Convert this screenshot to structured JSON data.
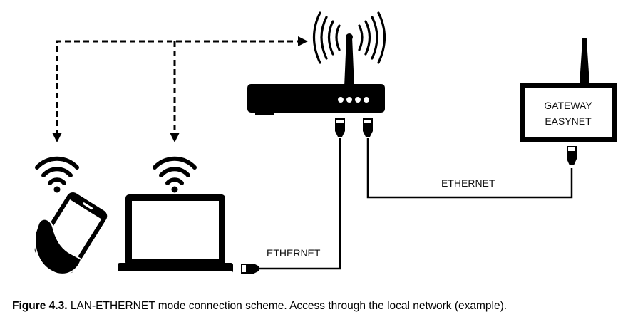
{
  "labels": {
    "ethernet_left": "ETHERNET",
    "ethernet_right": "ETHERNET",
    "gateway_line1": "GATEWAY",
    "gateway_line2": "EASYNET"
  },
  "caption": {
    "bold": "Figure 4.3.",
    "text": " LAN-ETHERNET mode connection scheme. Access through the local network (example)."
  },
  "colors": {
    "stroke": "#000000",
    "background": "#ffffff"
  }
}
